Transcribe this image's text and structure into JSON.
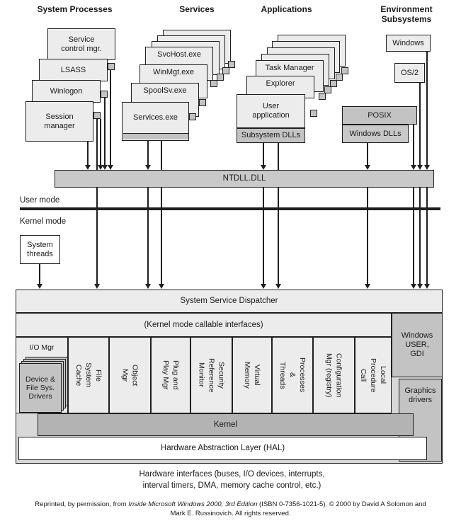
{
  "palette": {
    "border": "#1f1f1f",
    "box_fill": "#ececec",
    "bar_fill": "#c9c9c9",
    "mid_gray": "#c3c3c3",
    "kernel_gray": "#b3b3b3",
    "container_gray": "#d8d8d8",
    "ink": "#1a1a1a"
  },
  "stacks": {
    "system_processes": {
      "header": "System Processes",
      "boxes": [
        "Service\ncontrol mgr.",
        "LSASS",
        "Winlogon",
        "Session\nmanager"
      ]
    },
    "services": {
      "header": "Services",
      "boxes": [
        "SvcHost.exe",
        "WinMgt.exe",
        "SpoolSv.exe",
        "Services.exe"
      ]
    },
    "applications": {
      "header": "Applications",
      "boxes": [
        "Task Manager",
        "Explorer",
        "User\napplication"
      ],
      "dll_bar": "Subsystem DLLs"
    },
    "environment": {
      "header": "Environment\nSubsystems",
      "boxes": [
        "Windows",
        "OS/2",
        "POSIX",
        "Windows DLLs"
      ]
    }
  },
  "ntdll_label": "NTDLL.DLL",
  "mode_labels": {
    "user": "User mode",
    "kernel": "Kernel mode"
  },
  "system_threads_label": "System\nthreads",
  "kernel_section": {
    "dispatcher": "System Service Dispatcher",
    "callable_interfaces": "(Kernel mode callable interfaces)",
    "io_mgr": "I/O Mgr",
    "columns": [
      "File\nSystem\nCache",
      "Object\nMgr",
      "Plug and\nPlay Mgr",
      "Security\nReference\nMonitor",
      "Virtual\nMemory",
      "Processes\n&\nThreads",
      "Configuration\nMgr (registry)",
      "Local\nProcedure\nCall"
    ],
    "device_drivers": "Device &\nFile Sys.\nDrivers",
    "windows_user_gdi": "Windows\nUSER,\nGDI",
    "graphics_drivers": "Graphics\ndrivers",
    "kernel": "Kernel",
    "hal": "Hardware Abstraction Layer (HAL)"
  },
  "footer": {
    "hardware_interfaces": "Hardware interfaces (buses, I/O devices, interrupts,\ninterval timers, DMA, memory cache control, etc.)",
    "copyright_prefix": "Reprinted, by permission, from ",
    "copyright_title": "Inside Microsoft Windows 2000, 3rd Edition",
    "copyright_suffix": " (ISBN 0-7356-1021-5). © 2000 by David A Solomon and\nMark E. Russinovich. All rights reserved."
  }
}
